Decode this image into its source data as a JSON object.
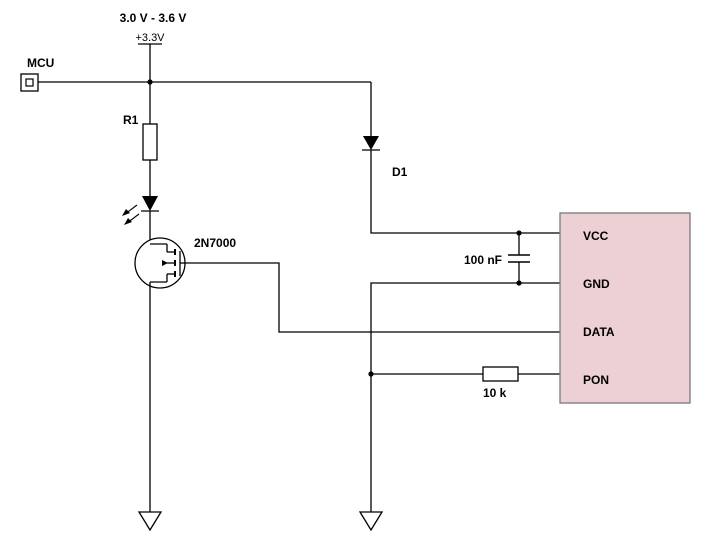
{
  "supply": {
    "range_label": "3.0 V - 3.6 V",
    "rail_label": "+3.3V"
  },
  "connector": {
    "label": "MCU"
  },
  "components": {
    "resistor_1": {
      "label": "R1"
    },
    "transistor": {
      "label": "2N7000"
    },
    "diode_1": {
      "label": "D1"
    },
    "capacitor": {
      "label": "100 nF"
    },
    "resistor_pon": {
      "label": "10 k"
    }
  },
  "module": {
    "fill_color": "#ecd0d3",
    "border_color": "#7a7a7a",
    "pins": [
      "VCC",
      "GND",
      "DATA",
      "PON"
    ]
  }
}
